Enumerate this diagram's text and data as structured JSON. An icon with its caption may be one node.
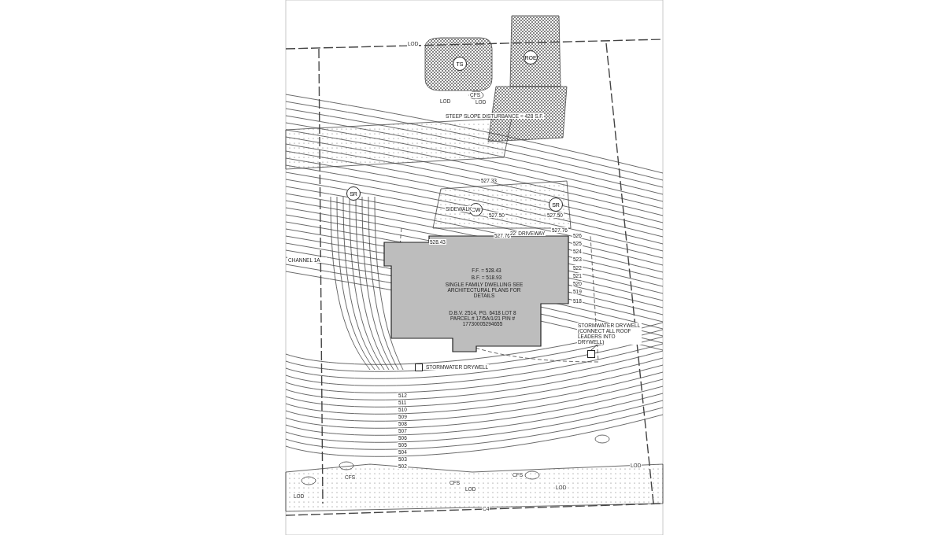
{
  "diagram": {
    "nodes": [
      {
        "text": [
          "F.F. = 528.43",
          "B.F. = 518.93",
          "SINGLE FAMILY DWELLING SEE ARCHITECTURAL PLANS FOR DETAILS",
          "D.B.V. 2514, PG. 6418 LOT 8 PARCEL # 17/5A/1/21 PIN # 17730005294655"
        ]
      },
      {
        "text": [
          "STORMWATER DRYWELL (CONNECT ALL ROOF LEADERS INTO DRYWELL)"
        ]
      },
      {
        "text": [],
        "shape": "box"
      },
      {
        "text": [],
        "shape": "box",
        "beside": [
          "STORMWATER DRYWELL"
        ]
      },
      {
        "text": [
          "TS"
        ]
      },
      {
        "text": [
          "ROE"
        ]
      },
      {
        "text": [
          "SR"
        ]
      },
      {
        "text": [
          "CW"
        ]
      },
      {
        "text": [
          "SR"
        ]
      },
      {
        "text": [
          "CHANNEL 1A"
        ]
      }
    ],
    "edges": [
      {
        "from": 1,
        "to": 2,
        "arrow": "none"
      },
      {
        "from": 9,
        "to": null,
        "arrow": "none"
      }
    ],
    "labels": [
      "LOD",
      "LOD",
      "CFS",
      "LOD",
      "STEEP SLOPE DISTURBANCE = 428 S.F.",
      "527.33",
      "SIDEWALK",
      "527.50",
      "527.50",
      "528.43",
      "527.76",
      "22' DRIVEWAY",
      "527.76",
      "526",
      "525",
      "524",
      "523",
      "522",
      "521",
      "520",
      "519",
      "518",
      "512",
      "511",
      "510",
      "509",
      "508",
      "507",
      "506",
      "505",
      "504",
      "503",
      "502",
      "CFS",
      "LOD",
      "CFS",
      "LOD",
      "LOD",
      "CFS",
      "LOD",
      "C4"
    ]
  }
}
